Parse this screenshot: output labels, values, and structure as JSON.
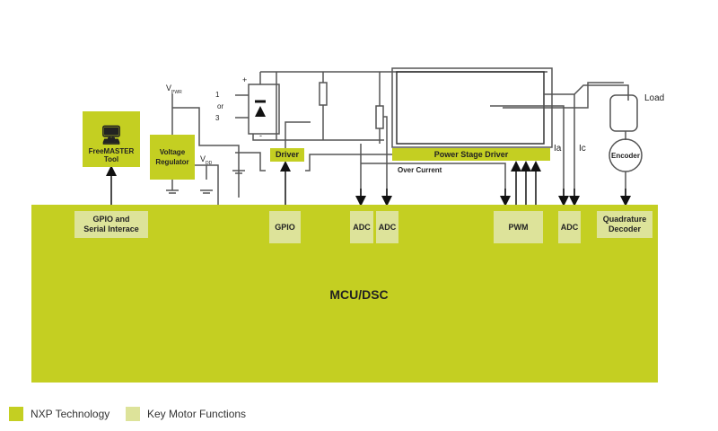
{
  "colors": {
    "nxp": "#c4cf22",
    "key": "#dde39a",
    "wire": "#333333",
    "gray_wire": "#666666"
  },
  "mcu": {
    "label": "MCU/DSC"
  },
  "peripherals": {
    "gpio_serial": "GPIO and\nSerial Interace",
    "gpio": "GPIO",
    "adc1": "ADC",
    "adc2": "ADC",
    "pwm": "PWM",
    "adc3": "ADC",
    "quad": "Quadrature\nDecoder"
  },
  "blocks": {
    "freemaster": "FreeMASTER\nTool",
    "vreg": "Voltage\nRegulator",
    "driver": "Driver",
    "psd": "Power Stage Driver",
    "encoder": "Encoder"
  },
  "labels": {
    "vpwr": "V",
    "vpwr_sub": "PWR",
    "vdd": "V",
    "vdd_sub": "DD",
    "phase1": "1",
    "or": "or",
    "phase3": "3",
    "plus": "+",
    "minus": "-",
    "over_current": "Over Current",
    "ia": "Ia",
    "ic": "Ic",
    "load": "Load"
  },
  "legend": [
    {
      "label": "NXP Technology",
      "color": "#c4cf22"
    },
    {
      "label": "Key Motor Functions",
      "color": "#dde39a"
    }
  ]
}
